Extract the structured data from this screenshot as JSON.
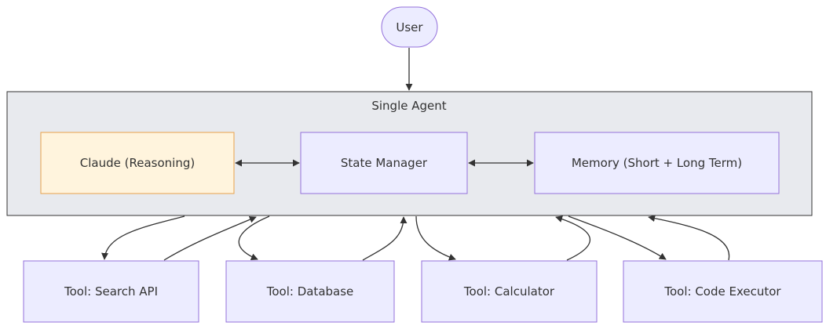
{
  "diagram": {
    "user": "User",
    "cluster_title": "Single Agent",
    "claude": "Claude (Reasoning)",
    "state_manager": "State Manager",
    "memory": "Memory (Short + Long Term)",
    "tools": [
      "Tool: Search API",
      "Tool: Database",
      "Tool: Calculator",
      "Tool: Code Executor"
    ]
  },
  "colors": {
    "node_fill": "#ECECFF",
    "node_stroke": "#9370DB",
    "highlight_fill": "#FFF4DD",
    "highlight_stroke": "#E8A14B",
    "cluster_fill": "#E8EAEE",
    "cluster_stroke": "#333333",
    "edge": "#333333"
  }
}
